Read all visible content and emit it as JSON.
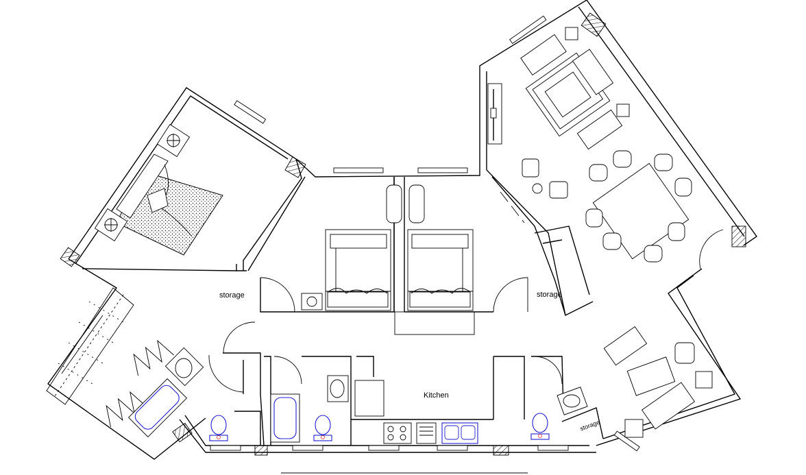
{
  "rooms": {
    "storage_left": "storage",
    "storage_right": "storage",
    "storage_small": "storage",
    "kitchen": "Kitchen"
  },
  "colors": {
    "line": "#000000",
    "fixture_blue": "#2020d0",
    "accent_red": "#d03030",
    "background": "#ffffff"
  }
}
